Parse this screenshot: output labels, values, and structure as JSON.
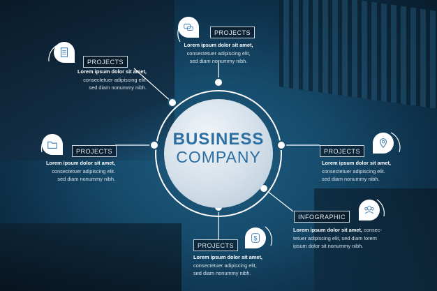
{
  "center": {
    "title": "BUSINESS",
    "subtitle": "COMPANY"
  },
  "items": [
    {
      "label": "PROJECTS",
      "bold": "Lorem ipsum dolor sit amet,",
      "line2": "consectetuer adipiscing elit.",
      "line3": "sed diam nonummy nibh.",
      "icon": "document-icon"
    },
    {
      "label": "PROJECTS",
      "bold": "Lorem ipsum dolor sit amet,",
      "line2": "consectetuer adipiscing elit,",
      "line3": "sed diam nonummy nibh.",
      "icon": "chat-icon"
    },
    {
      "label": "PROJECTS",
      "bold": "Lorem ipsum dolor sit amet,",
      "line2": "consectetuer adipiscing elit.",
      "line3": "sed diam nonummy nibh.",
      "icon": "folder-icon"
    },
    {
      "label": "PROJECTS",
      "bold": "Lorem ipsum dolor sit amet,",
      "line2": "consectetuer adipiscing elit.",
      "line3": "sed diam nonummy nibh.",
      "icon": "location-pin-icon"
    },
    {
      "label": "INFOGRAPHIC",
      "bold": "Lorem ipsum dolor sit amet,",
      "bold_tail": "consec-",
      "line2": "tetuer adipiscing elit, sed diam lorem",
      "line3": "ipsum dolor sit nonummy nibh.",
      "icon": "users-icon"
    },
    {
      "label": "PROJECTS",
      "bold": "Lorem ipsum dolor sit amet,",
      "line2": "consectetuer adipiscing elit,",
      "line3": "sed diam nonummy nibh.",
      "icon": "dollar-icon"
    }
  ],
  "colors": {
    "accent": "#2c6fa3",
    "background": "#164b6c"
  }
}
